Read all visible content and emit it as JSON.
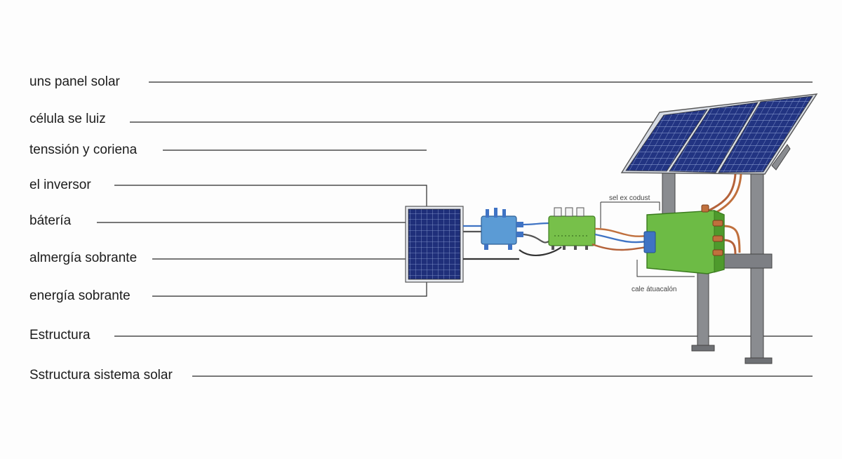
{
  "labels": [
    "uns panel solar",
    "célula se luiz",
    "tenssión y coriena",
    "el inversor",
    "bátería",
    "almergía sobrante",
    "energía sobrante",
    "Estructura",
    "Sstructura sistema solar"
  ],
  "callouts": {
    "top": "sel ex codust",
    "bottom": "cale átuacalón"
  },
  "colors": {
    "panel_blue": "#1f2f7a",
    "panel_frame": "#c9d0dc",
    "junction_blue": "#5b9bd5",
    "controller_green": "#77c04a",
    "inverter_green": "#6dbb45",
    "cable_copper": "#c0703d",
    "cable_blue": "#3f73c4",
    "pole_gray": "#7d7f84",
    "leader_line": "#2a2a2a"
  }
}
